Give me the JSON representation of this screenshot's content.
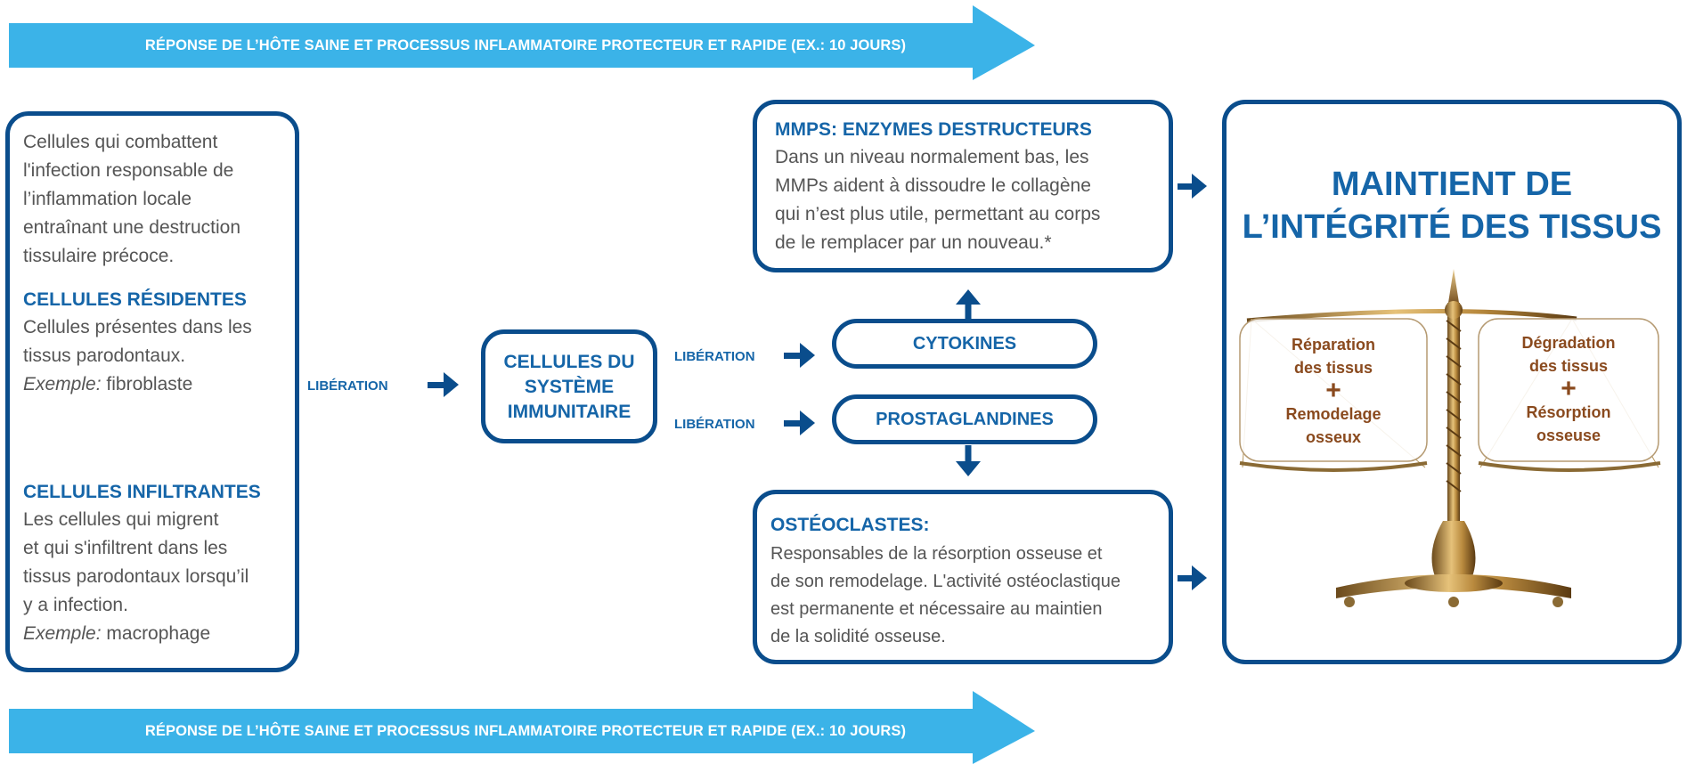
{
  "banner": {
    "text": "RÉPONSE DE L’HÔTE SAINE ET PROCESSUS INFLAMMATOIRE PROTECTEUR ET RAPIDE (EX.: 10 JOURS)"
  },
  "left_box": {
    "intro": [
      "Cellules qui combattent",
      "l'infection responsable de",
      "l’inflammation locale",
      "entraînant une destruction",
      "tissulaire précoce."
    ],
    "resident_title": "CELLULES RÉSIDENTES",
    "resident_text": [
      "Cellules présentes dans les",
      "tissus parodontaux."
    ],
    "example_label": "Exemple:",
    "resident_example": "fibroblaste",
    "infiltrant_title": "CELLULES INFILTRANTES",
    "infiltrant_text": [
      "Les cellules qui migrent",
      "et qui s'infiltrent dans les",
      "tissus parodontaux lorsqu’il",
      "y a infection."
    ],
    "infiltrant_example": "macrophage"
  },
  "liberation_label": "LIBÉRATION",
  "immune_box": {
    "lines": [
      "CELLULES DU",
      "SYSTÈME",
      "IMMUNITAIRE"
    ]
  },
  "cytokines_label": "CYTOKINES",
  "prostaglandines_label": "PROSTAGLANDINES",
  "mmps_box": {
    "title": "MMPS: ENZYMES DESTRUCTEURS",
    "text": [
      "Dans un niveau normalement bas, les",
      "MMPs aident à dissoudre le collagène",
      "qui n’est plus utile, permettant au corps",
      "de le remplacer par un nouveau.*"
    ]
  },
  "osteo_box": {
    "title": "OSTÉOCLASTES:",
    "text": [
      "Responsables de la résorption osseuse et",
      "de son remodelage. L'activité ostéoclastique",
      "est permanente et nécessaire au maintien",
      "de la solidité osseuse."
    ]
  },
  "integrity_box": {
    "title": [
      "MAINTIENT DE",
      "L’INTÉGRITÉ DES TISSUS"
    ],
    "left_pan": {
      "top": [
        "Réparation",
        "des tissus"
      ],
      "plus": "+",
      "bottom": [
        "Remodelage",
        "osseux"
      ]
    },
    "right_pan": {
      "top": [
        "Dégradation",
        "des tissus"
      ],
      "plus": "+",
      "bottom": [
        "Résorption",
        "osseuse"
      ]
    }
  },
  "colors": {
    "banner": "#3bb3e8",
    "dark_blue": "#0a4d8c",
    "text_blue": "#1565a8",
    "bronze": "#8a4a1e"
  }
}
